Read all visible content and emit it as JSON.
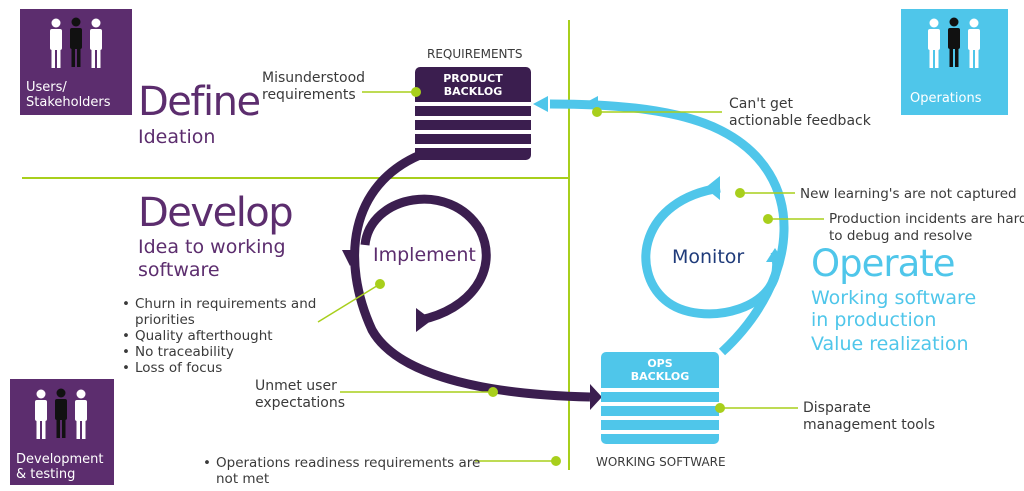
{
  "tiles": {
    "users": {
      "label_line1": "Users/",
      "label_line2": "Stakeholders",
      "color": "#5c2d6e"
    },
    "operations": {
      "label": "Operations",
      "color": "#4fc6ea"
    },
    "devtest": {
      "label_line1": "Development",
      "label_line2": "& testing",
      "color": "#5c2d6e"
    }
  },
  "stages": {
    "define": {
      "title": "Define",
      "subtitle": "Ideation"
    },
    "develop": {
      "title": "Develop",
      "subtitle_line1": "Idea to working",
      "subtitle_line2": "software"
    },
    "operate": {
      "title": "Operate",
      "subtitle_line1": "Working software",
      "subtitle_line2": "in production",
      "subtitle_line3": "Value realization"
    }
  },
  "cycles": {
    "implement": "Implement",
    "monitor": "Monitor"
  },
  "backlogs": {
    "product": {
      "header": "REQUIREMENTS",
      "line1": "PRODUCT",
      "line2": "BACKLOG"
    },
    "ops": {
      "line1": "OPS",
      "line2": "BACKLOG",
      "footer": "WORKING SOFTWARE"
    }
  },
  "pain_points": {
    "misunderstood_1": "Misunderstood",
    "misunderstood_2": "requirements",
    "feedback_1": "Can't get",
    "feedback_2": "actionable feedback",
    "learnings": "New learning's are not captured",
    "incidents_1": "Production incidents are hard",
    "incidents_2": "to debug and resolve",
    "unmet_1": "Unmet user",
    "unmet_2": "expectations",
    "disparate_1": "Disparate",
    "disparate_2": "management tools",
    "ops_readiness_1": "Operations readiness requirements are",
    "ops_readiness_2": "not met"
  },
  "develop_issues": [
    "Churn in requirements and",
    "priorities",
    "Quality afterthought",
    "No traceability",
    "Loss of focus"
  ],
  "colors": {
    "purple": "#5c2d6e",
    "dark_purple": "#3b1e4f",
    "blue": "#4fc6ea",
    "green": "#a8cf1c",
    "monitor_text": "#1f3b7a"
  }
}
